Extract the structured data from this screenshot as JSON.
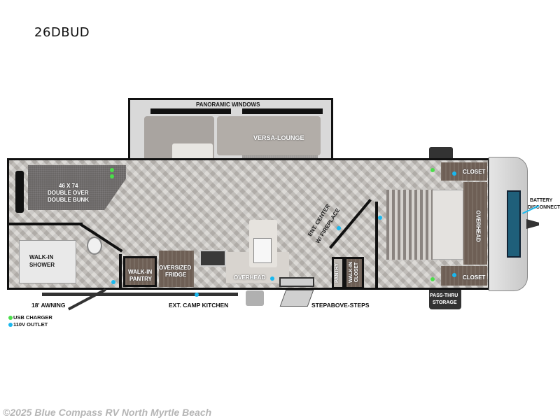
{
  "model": {
    "title": "26DBUD"
  },
  "floorplan": {
    "labels": {
      "panoramic_windows": "PANORAMIC WINDOWS",
      "versa_lounge": "VERSA-LOUNGE",
      "bunk_size": "46 X 74",
      "bunk_line1": "DOUBLE OVER",
      "bunk_line2": "DOUBLE BUNK",
      "walkin_shower_line1": "WALK-IN",
      "walkin_shower_line2": "SHOWER",
      "walkin_pantry_line1": "WALK-IN",
      "walkin_pantry_line2": "PANTRY",
      "fridge_line1": "OVERSIZED",
      "fridge_line2": "FRIDGE",
      "overhead_kitchen": "OVERHEAD",
      "ent_center_line1": "ENT. CENTER",
      "ent_center_line2": "W/ FIREPLACE",
      "pantry": "PANTRY",
      "walkin_closet_line1": "WALK-IN",
      "walkin_closet_line2": "CLOSET",
      "closet_top": "CLOSET",
      "closet_bottom": "CLOSET",
      "overhead_bedroom": "OVERHEAD",
      "battery_line1": "BATTERY",
      "battery_line2": "DISCONNECT",
      "pass_thru_line1": "PASS-THRU",
      "pass_thru_line2": "STORAGE",
      "awning": "18' AWNING",
      "ext_kitchen": "EXT. CAMP KITCHEN",
      "steps": "STEPABOVE-STEPS"
    },
    "legend": [
      {
        "label": "USB CHARGER",
        "color": "#4ade4a"
      },
      {
        "label": "110V OUTLET",
        "color": "#19b8ef"
      }
    ]
  },
  "footer": {
    "copyright": "©2025 Blue Compass RV North Myrtle Beach"
  }
}
